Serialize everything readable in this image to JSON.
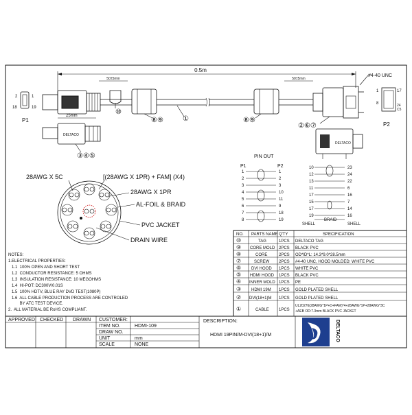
{
  "drawing": {
    "length_label": "0.5m",
    "dim_50_left": "50±5mm",
    "dim_50_right": "50±5mm",
    "dim_25": "25mm",
    "screw_label": "#4-40 UNC",
    "end_p1": "P1",
    "end_p2": "P2",
    "p1_pins": {
      "left_top": "2",
      "left_bottom": "18",
      "right_top": "1",
      "right_bottom": "19"
    },
    "p2_pins": {
      "left_top": "1",
      "left_mid": "8",
      "right_top": "17",
      "right_24": "24",
      "right_c5": "C5"
    },
    "callout_10": "⑩",
    "callout_89_left": "⑧⑨",
    "callout_1": "①",
    "callout_89_mid": "⑧⑨",
    "callout_267": "②⑥⑦",
    "callout_345": "③④⑤",
    "tag_text": "DELTACO",
    "dvi_label": "DELTACO"
  },
  "cross_section": {
    "labels": [
      "28AWG X 5C",
      "[(28AWG X 1PR) + FAM] (X4)",
      "28AWG X 1PR",
      "AL-FOIL & BRAID",
      "PVC JACKET",
      "DRAIN WIRE"
    ]
  },
  "pinout": {
    "title": "PIN OUT",
    "left_header_p1": "P1",
    "left_header_p2": "P2",
    "left_pairs": [
      [
        "1",
        "1"
      ],
      [
        "2",
        "2"
      ],
      [
        "3",
        "3"
      ],
      [
        "4",
        "10"
      ],
      [
        "5",
        "11"
      ],
      [
        "6",
        "9"
      ],
      [
        "7",
        "18"
      ],
      [
        "8",
        "19"
      ]
    ],
    "right_pairs": [
      [
        "10",
        "23"
      ],
      [
        "12",
        "24"
      ],
      [
        "13",
        "22"
      ],
      [
        "11",
        "6"
      ],
      [
        "17",
        "16"
      ],
      [
        "15",
        "7"
      ],
      [
        "17",
        "14"
      ],
      [
        "19",
        "16"
      ]
    ],
    "shell_left": "SHELL",
    "braid": "BRAID",
    "shell_right": "SHELL"
  },
  "parts_table": {
    "headers": [
      "NO.",
      "PARTS NAME",
      "Q'TY",
      "SPECIFICATION"
    ],
    "rows": [
      [
        "⑩",
        "TAG",
        "1PCS",
        "DELTACO TAG"
      ],
      [
        "⑨",
        "CORE MOLD",
        "2PCS",
        "BLACK PVC"
      ],
      [
        "⑧",
        "CORE",
        "2PCS",
        "OD*ID*L: 14.3*9.0*28.5mm"
      ],
      [
        "⑦",
        "SCREW",
        "2PCS",
        "#4-40 UNC,  HOOD MOLDED: WHITE PVC"
      ],
      [
        "⑥",
        "DVI HOOD",
        "1PCS",
        "WHITE PVC"
      ],
      [
        "⑤",
        "HDMI HOOD",
        "1PCS",
        "BLACK PVC"
      ],
      [
        "④",
        "INNER MOLD",
        "1PCS",
        "PE"
      ],
      [
        "③",
        "HDMI 19M",
        "1PCS",
        "GOLD PLATED SHELL"
      ],
      [
        "②",
        "DVI(18+1)M",
        "1PCS",
        "GOLD PLATED SHELL"
      ],
      [
        "①",
        "CABLE",
        "1PCS",
        "UL20276(28AWG*1P+D+FAM)*4+28AWG*1P+28AWG*3C",
        "+AEB      OD:7.3mm    BLACK PVC JACKET"
      ]
    ]
  },
  "notes": {
    "title": "NOTES:",
    "lines": [
      "1.ELECTRICAL PROPERTIES:",
      "   1.1  100% OPEN AND SHORT TEST",
      "   1.2  CONDUCTOR RESISTANCE: 5 OHMS",
      "   1.3  INSULATION RESISTANCE: 10 MEGOHMS",
      "   1.4  HI-POT: DC300V/0.01S",
      "   1.5  100% HDTV, BLUE RAY DVD TEST(1080P)",
      "   1.6  ALL CABLE PRODUCTION PROCESS ARE CONTROLED",
      "          BY ATC TEST DEVICE.",
      "2.  ALL MATERIAL BE RoHS COMPLIANT."
    ]
  },
  "title_block": {
    "approved": "APPROVED",
    "checked": "CHECKED",
    "drawn": "DRAWN",
    "customer_label": "CUSTOMER:",
    "item_no_label": "ITEM NO.",
    "item_no_value": "HDMI-109",
    "draw_no_label": "DRAW NO.",
    "draw_no_value": "",
    "unit_label": "UNIT",
    "unit_value": "mm",
    "scale_label": "SCALE",
    "scale_value": "NONE",
    "description_label": "DESCRIPTION:",
    "description_value": "HDMI 19PIN/M-DVI(18+1)/M",
    "logo_text": "DELTACO"
  },
  "colors": {
    "line": "#111111",
    "logo_blue": "#1e3f8f",
    "background": "#ffffff"
  }
}
